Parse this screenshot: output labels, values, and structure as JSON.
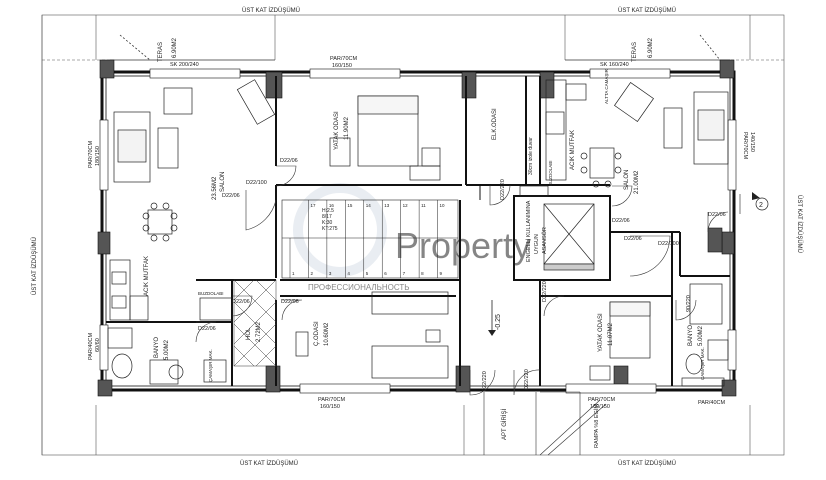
{
  "watermark": {
    "brand": "Property",
    "tagline": "ПРОФЕССИОНАЛЬНОСТЬ"
  },
  "outlines": {
    "top_left": "ÜST KAT İZDÜŞÜMÜ",
    "top_right": "ÜST KAT İZDÜŞÜMÜ",
    "bottom_left": "ÜST KAT İZDÜŞÜMÜ",
    "bottom_right": "ÜST KAT İZDÜŞÜMÜ",
    "left": "ÜST KAT İZDÜŞÜMÜ",
    "right": "ÜST KAT İZDÜŞÜMÜ"
  },
  "rooms": {
    "teras_left": {
      "name": "TERAS",
      "area": "6.90M2"
    },
    "teras_right": {
      "name": "TERAS",
      "area": "6.90M2"
    },
    "salon_left": {
      "name": "SALON",
      "area": "23.56M2"
    },
    "salon_right": {
      "name": "SALON",
      "area": "21.00M2"
    },
    "yatak_top": {
      "name": "YATAK ODASI",
      "area": "11.90M2"
    },
    "yatak_right": {
      "name": "YATAK ODASI",
      "area": "11.07M2"
    },
    "elk": {
      "name": "ELK.ODASI"
    },
    "cocuk": {
      "name": "Ç.ODASI",
      "area": "10.60M2"
    },
    "hol": {
      "name": "HOL",
      "area": "2.72M2"
    },
    "banyo_left": {
      "name": "BANYO",
      "area": "5.00M2"
    },
    "banyo_right": {
      "name": "BANYO",
      "area": "5.00M2"
    },
    "mutfak_left": {
      "name": "ACIK MUTFAK"
    },
    "mutfak_right": {
      "name": "ACIK MUTFAK"
    },
    "asansor": {
      "name": "ASANSÖR",
      "note1": "ENGELLİ KULLANIMINA",
      "note2": "UYGUN"
    },
    "apt_girisi": {
      "name": "APT GİRİŞİ"
    },
    "rampa": {
      "name": "RAMPA %8 EGİM"
    }
  },
  "labels": {
    "window_top_left": "SK 200/240",
    "window_top_right": "SK 160/240",
    "par_top": "PAR/70CM",
    "par_top_size": "160/150",
    "par_bottom_left": "PAR/70CM",
    "par_bottom_left_size": "160/150",
    "par_bottom_right": "PAR/70CM",
    "par_bottom_right_size": "160/150",
    "par_left": "PAR/70CM",
    "par_left_size": "180/150",
    "par_right": "PAR/70CM",
    "par_right_size": "140/150",
    "par_bath_left": "PAR/40CM",
    "par_bath_left_size": "60/60",
    "par_bath_right": "PAR/40CM",
    "door_a": "D22/06",
    "door_b": "D22/06",
    "door_c": "D22/100",
    "door_d": "D22/06",
    "door_e": "D22/06",
    "door_f": "D22/06",
    "door_g": "D22/06",
    "door_h": "D22/100",
    "door_i": "D22/06",
    "door_j": "D22/06",
    "door_k": "D22/220",
    "door_l": "D22/220",
    "door_m": "D22/220",
    "door_n": "D22/220",
    "door_o": "90/220",
    "shaft": "30cm izole duvar",
    "level": "-0.25",
    "stair_note1": "H:2.5",
    "stair_note2": "8/17",
    "stair_note3": "K:30",
    "stair_note4": "KT:275",
    "axis": "2",
    "buzdolabi_left": "BUZDOLABI",
    "buzdolabi_right": "BUZDOLABI",
    "camasir_left": "ÇAMAŞIR MAK.",
    "camasir_right": "ÇAMAŞIR MAK.",
    "camasir_top": "ALTTA CAMAŞIR",
    "stair_nums": [
      "1",
      "2",
      "3",
      "4",
      "5",
      "6",
      "7",
      "8",
      "9",
      "10",
      "11",
      "12",
      "13",
      "14",
      "15",
      "16",
      "17"
    ]
  }
}
